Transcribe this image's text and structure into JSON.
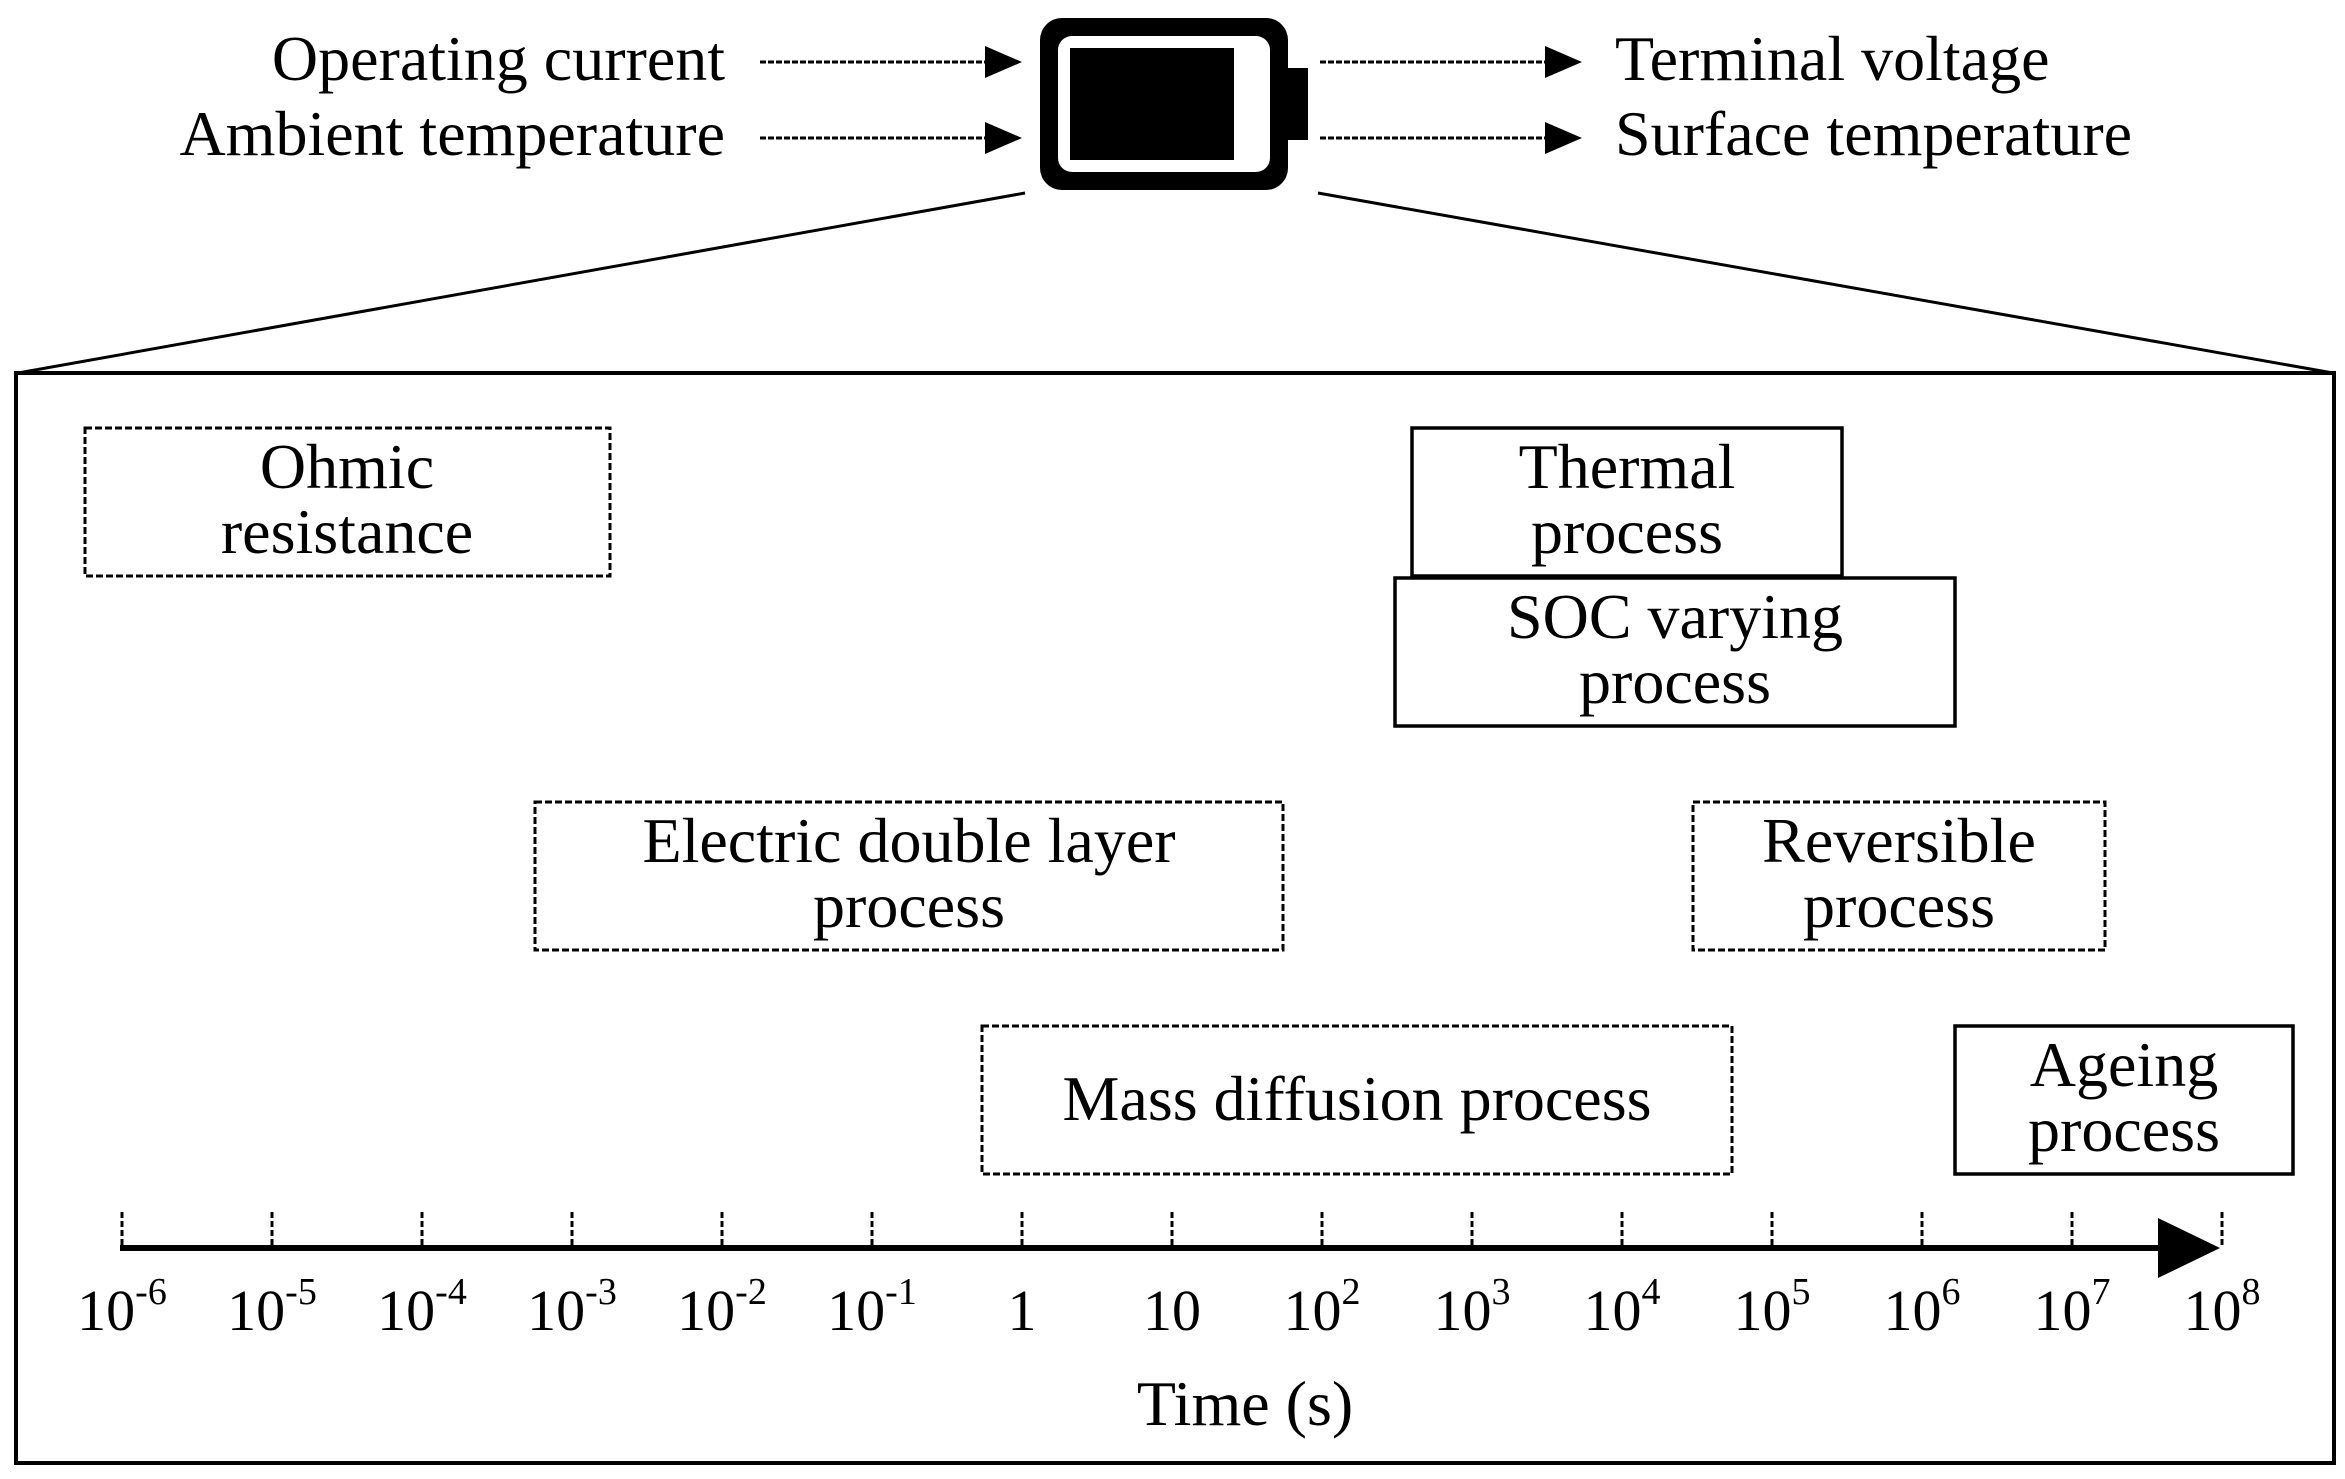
{
  "inputs": {
    "operating_current": "Operating current",
    "ambient_temperature": "Ambient temperature"
  },
  "outputs": {
    "terminal_voltage": "Terminal voltage",
    "surface_temperature": "Surface temperature"
  },
  "processes": {
    "ohmic": [
      "Ohmic",
      "resistance"
    ],
    "thermal": [
      "Thermal",
      "process"
    ],
    "soc": [
      "SOC varying",
      "process"
    ],
    "double_layer": [
      "Electric double layer",
      "process"
    ],
    "reversible": [
      "Reversible",
      "process"
    ],
    "mass_diffusion": [
      "Mass diffusion process"
    ],
    "ageing": [
      "Ageing",
      "process"
    ]
  },
  "axis": {
    "label": "Time (s)",
    "ticks": [
      {
        "base": "10",
        "exp": "-6"
      },
      {
        "base": "10",
        "exp": "-5"
      },
      {
        "base": "10",
        "exp": "-4"
      },
      {
        "base": "10",
        "exp": "-3"
      },
      {
        "base": "10",
        "exp": "-2"
      },
      {
        "base": "10",
        "exp": "-1"
      },
      {
        "base": "1",
        "exp": ""
      },
      {
        "base": "10",
        "exp": ""
      },
      {
        "base": "10",
        "exp": "2"
      },
      {
        "base": "10",
        "exp": "3"
      },
      {
        "base": "10",
        "exp": "4"
      },
      {
        "base": "10",
        "exp": "5"
      },
      {
        "base": "10",
        "exp": "6"
      },
      {
        "base": "10",
        "exp": "7"
      },
      {
        "base": "10",
        "exp": "8"
      }
    ]
  },
  "colors": {
    "stroke": "#000000",
    "background": "#ffffff"
  },
  "icons": {
    "battery": "battery-icon"
  }
}
